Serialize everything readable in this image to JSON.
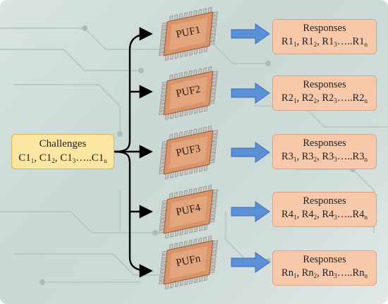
{
  "challenges": {
    "title": "Challenges",
    "prefix": "C1",
    "items": [
      "1",
      "2",
      "3",
      "n"
    ]
  },
  "pufs": [
    {
      "label": "PUF1",
      "responses_title": "Responses",
      "prefix": "R1",
      "subs": [
        "1",
        "2",
        "3",
        "n"
      ]
    },
    {
      "label": "PUF2",
      "responses_title": "Responses",
      "prefix": "R2",
      "subs": [
        "1",
        "2",
        "3",
        "n"
      ]
    },
    {
      "label": "PUF3",
      "responses_title": "Responses",
      "prefix": "R3",
      "subs": [
        "1",
        "2",
        "3",
        "n"
      ]
    },
    {
      "label": "PUF4",
      "responses_title": "Responses",
      "prefix": "R4",
      "subs": [
        "1",
        "2",
        "3",
        "n"
      ]
    },
    {
      "label": "PUFn",
      "responses_title": "Responses",
      "prefix": "Rn",
      "subs": [
        "1",
        "2",
        "3",
        "n"
      ]
    }
  ],
  "colors": {
    "challenge_fill": "#fbe5a3",
    "response_fill": "#f7c8aa",
    "chip_body": "#d9946a",
    "arrow_fill": "#5b8fd6"
  }
}
